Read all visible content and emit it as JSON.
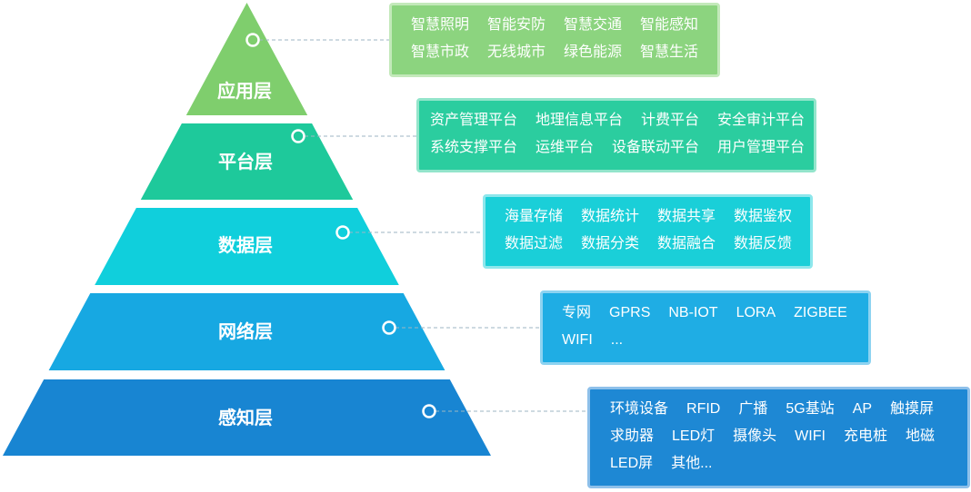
{
  "layers": [
    {
      "label": "应用层",
      "color": "#7fce6d",
      "box_color": "#8cd47f",
      "box_border": "#c3e9ba",
      "rows": [
        [
          "智慧照明",
          "智能安防",
          "智慧交通",
          "智能感知"
        ],
        [
          "智慧市政",
          "无线城市",
          "绿色能源",
          "智慧生活"
        ]
      ]
    },
    {
      "label": "平台层",
      "color": "#1ec99b",
      "box_color": "#2bcd9f",
      "box_border": "#93e5cb",
      "rows": [
        [
          "资产管理平台",
          "地理信息平台",
          "计费平台",
          "安全审计平台"
        ],
        [
          "系统支撑平台",
          "运维平台",
          "设备联动平台",
          "用户管理平台"
        ]
      ]
    },
    {
      "label": "数据层",
      "color": "#10cfdc",
      "box_color": "#1acfd8",
      "box_border": "#8ee7ec",
      "rows": [
        [
          "海量存储",
          "数据统计",
          "数据共享",
          "数据鉴权"
        ],
        [
          "数据过滤",
          "数据分类",
          "数据融合",
          "数据反馈"
        ]
      ]
    },
    {
      "label": "网络层",
      "color": "#17a8e2",
      "box_color": "#1fade4",
      "box_border": "#8dd3f1",
      "rows": [
        [
          "专网",
          "GPRS",
          "NB-IOT",
          "LORA",
          "ZIGBEE"
        ],
        [
          "WIFI",
          "..."
        ]
      ]
    },
    {
      "label": "感知层",
      "color": "#1885d2",
      "box_color": "#1e88d4",
      "box_border": "#8ec0ea",
      "rows": [
        [
          "环境设备",
          "RFID",
          "广播",
          "5G基站",
          "AP",
          "触摸屏"
        ],
        [
          "求助器",
          "LED灯",
          "摄像头",
          "WIFI",
          "充电桩",
          "地磁"
        ],
        [
          "LED屏",
          "其他..."
        ]
      ]
    }
  ]
}
